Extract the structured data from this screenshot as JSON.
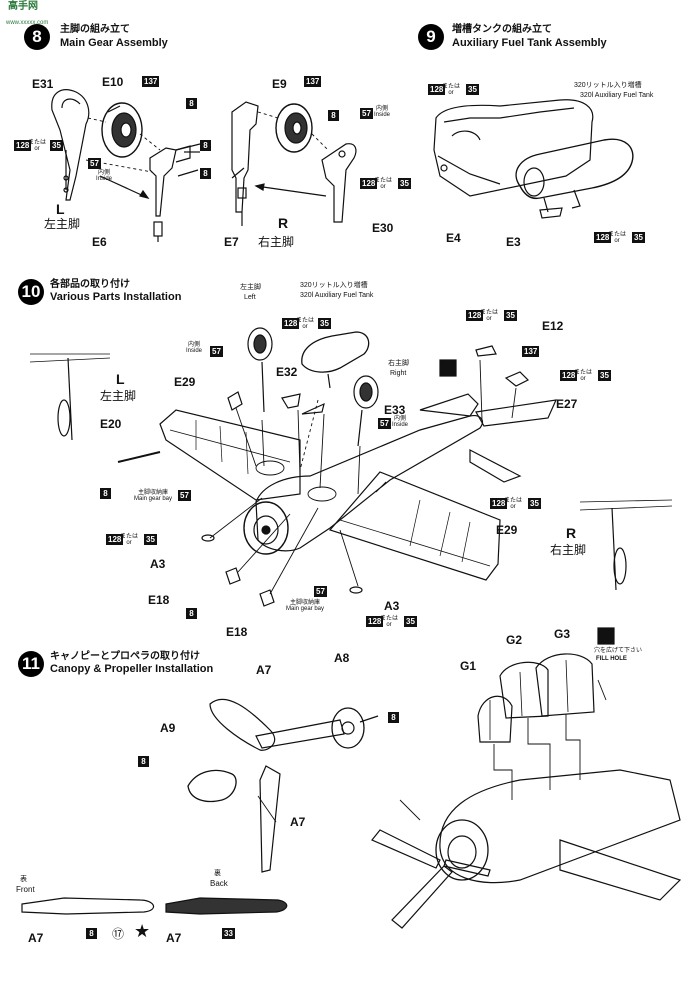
{
  "watermark": {
    "title": "高手网",
    "url": "www.xxxxx.com"
  },
  "steps": [
    {
      "num": "8",
      "jp": "主脚の組み立て",
      "en": "Main Gear Assembly"
    },
    {
      "num": "9",
      "jp": "増槽タンクの組み立て",
      "en": "Auxiliary Fuel Tank Assembly"
    },
    {
      "num": "10",
      "jp": "各部品の取り付け",
      "en": "Various Parts Installation"
    },
    {
      "num": "11",
      "jp": "キャノピーとプロペラの取り付け",
      "en": "Canopy & Propeller Installation"
    }
  ],
  "colors": {
    "c8": "8",
    "c137": "137",
    "c128": "128",
    "c35": "35",
    "c57": "57",
    "c33": "33",
    "c17": "⑰"
  },
  "or_text": {
    "jp": "または",
    "en": "or"
  },
  "inside": {
    "jp": "内側",
    "en": "Inside"
  },
  "left": {
    "letter": "L",
    "jp": "左主脚",
    "en": "Left"
  },
  "right": {
    "letter": "R",
    "jp": "右主脚",
    "en": "Right"
  },
  "gear_bay": {
    "jp": "主脚収納庫",
    "en": "Main gear bay"
  },
  "tank": {
    "jp": "320リットル入り増槽",
    "en": "320l Auxiliary Fuel Tank"
  },
  "fill_hole": {
    "jp": "穴を広げて下さい",
    "en": "FILL HOLE"
  },
  "front": {
    "jp": "表",
    "en": "Front"
  },
  "back": {
    "jp": "裏",
    "en": "Back"
  },
  "parts": {
    "E31": "E31",
    "E10": "E10",
    "E9": "E9",
    "E6": "E6",
    "E7": "E7",
    "E30": "E30",
    "E4": "E4",
    "E3": "E3",
    "E12": "E12",
    "E27": "E27",
    "E29": "E29",
    "E32": "E32",
    "E33": "E33",
    "E20": "E20",
    "E18": "E18",
    "A3": "A3",
    "A7": "A7",
    "A8": "A8",
    "A9": "A9",
    "G1": "G1",
    "G2": "G2",
    "G3": "G3"
  }
}
